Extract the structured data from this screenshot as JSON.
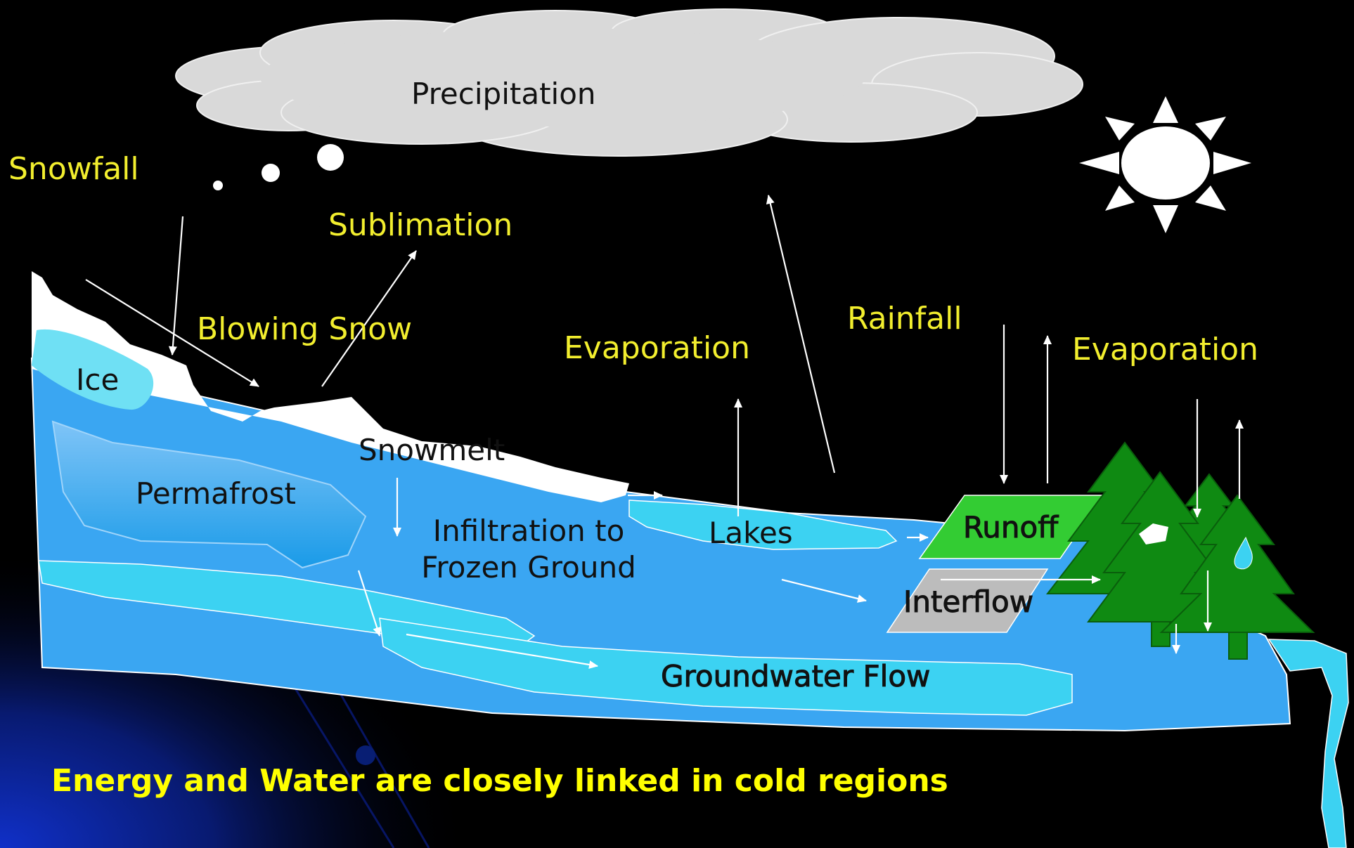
{
  "diagram": {
    "labels": {
      "precipitation": "Precipitation",
      "snowfall": "Snowfall",
      "sublimation": "Sublimation",
      "blowing_snow": "Blowing Snow",
      "evaporation_left": "Evaporation",
      "rainfall": "Rainfall",
      "evaporation_right": "Evaporation",
      "ice": "Ice",
      "permafrost": "Permafrost",
      "snowmelt": "Snowmelt",
      "infiltration_line1": "Infiltration to",
      "infiltration_line2": "Frozen Ground",
      "lakes": "Lakes",
      "runoff": "Runoff",
      "interflow": "Interflow",
      "groundwater_flow": "Groundwater Flow"
    },
    "caption": "Energy and Water are closely linked in cold regions",
    "colors": {
      "background": "#000000",
      "label_text": "#f2ee2e",
      "caption_text": "#ffff00",
      "cloud": "#d9d9d9",
      "ground_water": "#3aa6f2",
      "lake": "#3cd2f2",
      "snow": "#ffffff",
      "runoff_box": "#33cc33",
      "interflow_box": "#bcbcbc",
      "trees": "#0f8a12"
    }
  }
}
